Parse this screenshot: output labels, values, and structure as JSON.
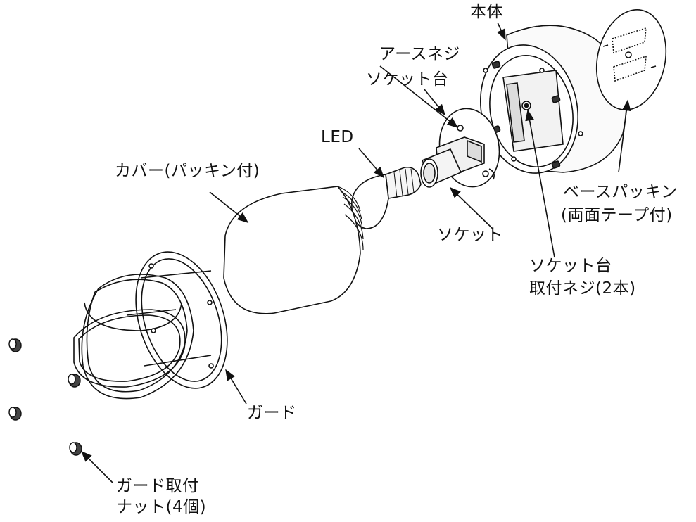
{
  "labels": {
    "body": "本体",
    "earth_screw": "アースネジ",
    "socket_base": "ソケット台",
    "led": "LED",
    "cover": "カバー(パッキン付)",
    "base_packing_line1": "ベースパッキン",
    "base_packing_line2": "(両面テープ付)",
    "socket": "ソケット",
    "socket_screw_line1": "ソケット台",
    "socket_screw_line2": "取付ネジ(2本)",
    "guard": "ガード",
    "guard_nut_line1": "ガード取付",
    "guard_nut_line2": "ナット(4個)"
  },
  "colors": {
    "line": "#111111",
    "fill": "#ffffff",
    "shade": "#cfcfcf",
    "dark": "#222222"
  }
}
